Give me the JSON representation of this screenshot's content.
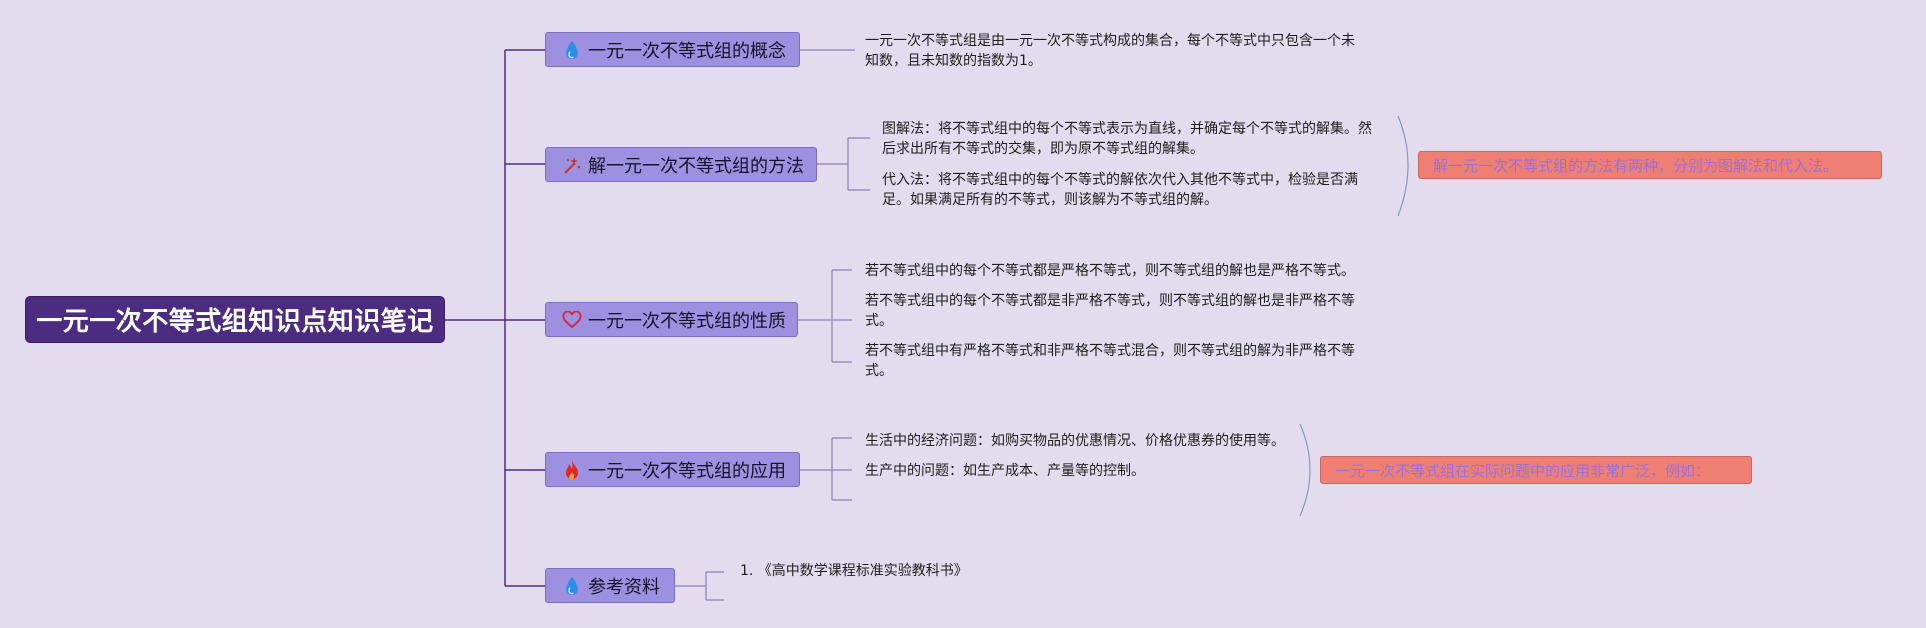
{
  "root": {
    "title": "一元一次不等式组知识点知识笔记"
  },
  "branches": [
    {
      "label": "一元一次不等式组的概念",
      "icon": "droplet-icon",
      "icon_color": "#2f8fe8"
    },
    {
      "label": "解一元一次不等式组的方法",
      "icon": "sparkle-wand-icon",
      "icon_color": "#c0392b"
    },
    {
      "label": "一元一次不等式组的性质",
      "icon": "heart-icon",
      "icon_color": "#d8243b"
    },
    {
      "label": "一元一次不等式组的应用",
      "icon": "fire-icon",
      "icon_color": "#e2281b"
    },
    {
      "label": "参考资料",
      "icon": "droplet-icon",
      "icon_color": "#2f8fe8"
    }
  ],
  "notes": {
    "concept": "一元一次不等式组是由一元一次不等式构成的集合，每个不等式中只包含一个未知数，且未知数的指数为1。",
    "method_graph": "图解法：将不等式组中的每个不等式表示为直线，并确定每个不等式的解集。然后求出所有不等式的交集，即为原不等式组的解集。",
    "method_sub": "代入法：将不等式组中的每个不等式的解依次代入其他不等式中，检验是否满足。如果满足所有的不等式，则该解为不等式组的解。",
    "prop_1": "若不等式组中的每个不等式都是严格不等式，则不等式组的解也是严格不等式。",
    "prop_2": "若不等式组中的每个不等式都是非严格不等式，则不等式组的解也是非严格不等式。",
    "prop_3": "若不等式组中有严格不等式和非严格不等式混合，则不等式组的解为非严格不等式。",
    "app_1": "生活中的经济问题：如购买物品的优惠情况、价格优惠券的使用等。",
    "app_2": "生产中的问题：如生产成本、产量等的控制。",
    "ref_1": "1. 《高中数学课程标准实验教科书》"
  },
  "summaries": {
    "method": "解一元一次不等式组的方法有两种，分别为图解法和代入法。",
    "application": "一元一次不等式组在实际问题中的应用非常广泛，例如："
  },
  "colors": {
    "background": "#e3dbee",
    "root_fill": "#4c2c80",
    "branch_fill": "#9d90e0",
    "summary_fill": "#f07f73",
    "line": "#4c2c80"
  }
}
